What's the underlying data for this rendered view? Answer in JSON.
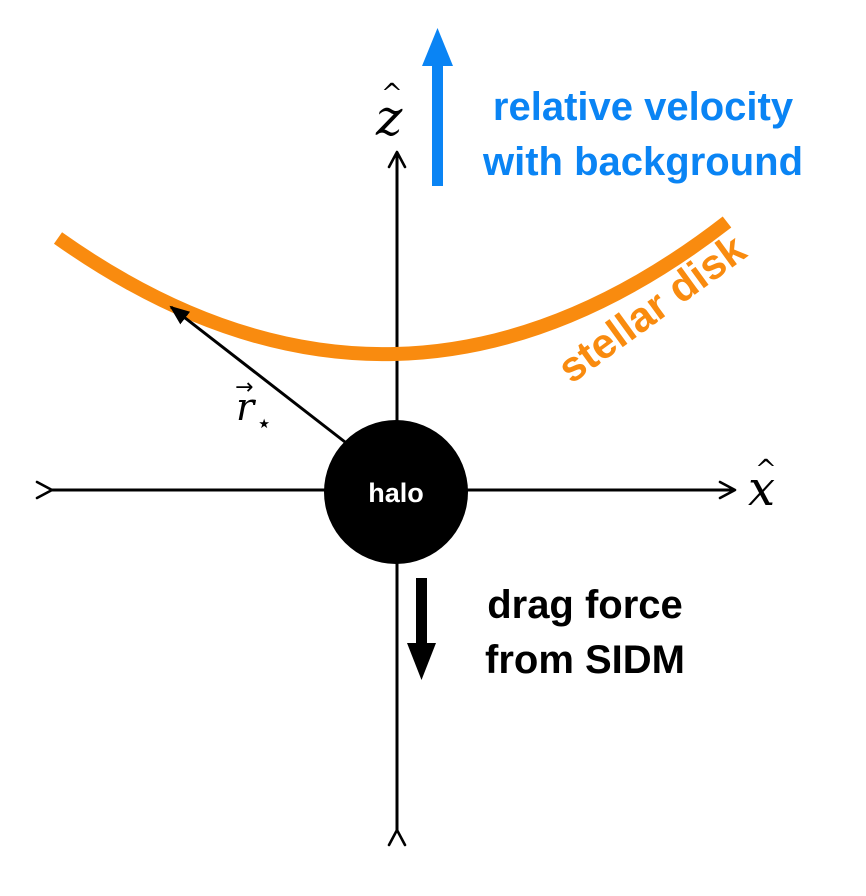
{
  "axes": {
    "z_symbol": "z",
    "z_hat": "^",
    "x_symbol": "x",
    "x_hat": "^"
  },
  "velocity": {
    "line1": "relative velocity",
    "line2": "with background",
    "color": "#0a84f4"
  },
  "disk": {
    "label": "stellar disk",
    "color": "#f98b0f"
  },
  "radius_vector": {
    "symbol": "r",
    "arrow": "→",
    "subscript": "⋆"
  },
  "halo": {
    "label": "halo",
    "color": "#000000"
  },
  "drag": {
    "line1": "drag force",
    "line2": "from SIDM"
  }
}
